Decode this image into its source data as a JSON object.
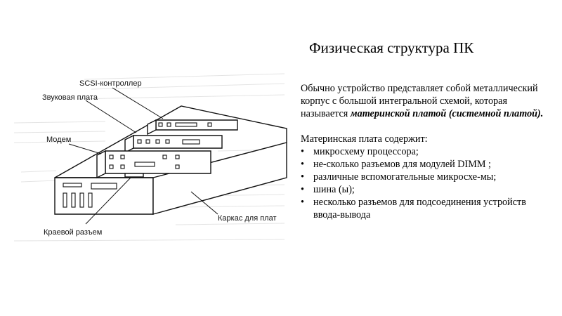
{
  "slide": {
    "title": "Физическая структура ПК",
    "intro_plain": "Обычно устройство представляет собой металлический корпус с большой интегральной схемой, которая называется ",
    "intro_emphasis": "материнской платой (системной платой).",
    "list_heading": "Материнская плата содержит:",
    "list_items": [
      "микросхему процессора;",
      "не-сколько разъемов для модулей DIMM ;",
      "различные вспомогательные микросхе-мы;",
      "шина (ы);",
      "несколько разъемов для подсоединения устройств ввода-вывода"
    ],
    "bullet_glyph": "•"
  },
  "figure": {
    "labels": {
      "scsi": "SCSI-контроллер",
      "sound": "Звуковая плата",
      "modem": "Модем",
      "edge": "Краевой разъем",
      "frame": "Каркас для плат"
    }
  }
}
